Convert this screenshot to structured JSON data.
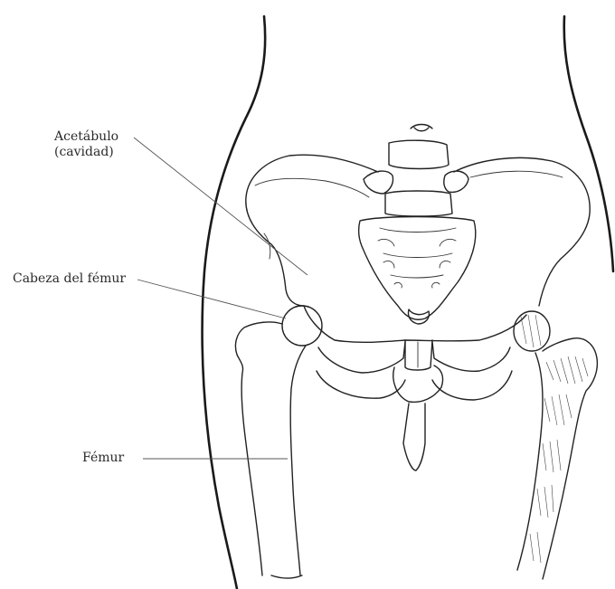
{
  "labels": {
    "acetabulo_line1": "Acetábulo",
    "acetabulo_line2": "(cavidad)",
    "cabeza": "Cabeza del fémur",
    "femur": "Fémur"
  },
  "colors": {
    "ink": "#222222",
    "background": "#ffffff"
  }
}
